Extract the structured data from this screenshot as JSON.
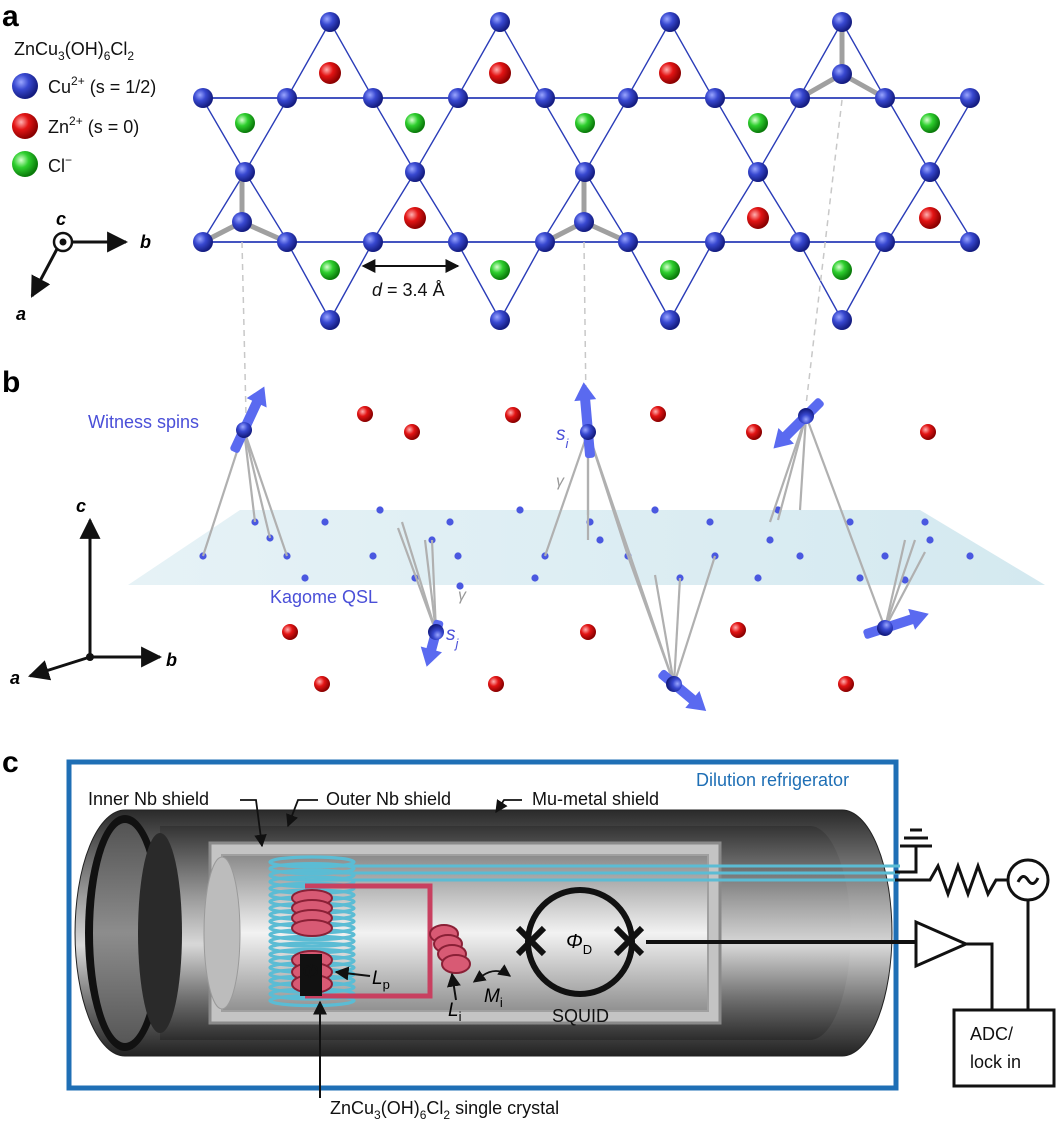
{
  "panels": {
    "a": "a",
    "b": "b",
    "c": "c"
  },
  "panel_a": {
    "formula": {
      "base": "ZnCu",
      "sub1": "3",
      "mid": "(OH)",
      "sub2": "6",
      "end": "Cl",
      "sub3": "2"
    },
    "legend": [
      {
        "ion": "Cu",
        "charge": "2+",
        "spin": "(s = 1/2)",
        "color": "#3848c8"
      },
      {
        "ion": "Zn",
        "charge": "2+",
        "spin": "(s = 0)",
        "color": "#e01818"
      },
      {
        "ion": "Cl",
        "charge": "−",
        "spin": "",
        "color": "#30c030"
      }
    ],
    "axes": {
      "c": "c",
      "b": "b",
      "a": "a"
    },
    "distance": {
      "symbol": "d",
      "value": "= 3.4 Å"
    }
  },
  "panel_b": {
    "witness_label": "Witness spins",
    "kagome_label": "Kagome QSL",
    "si": {
      "s": "s",
      "sub": "i"
    },
    "sj": {
      "s": "s",
      "sub": "j"
    },
    "gamma1": "γ",
    "gamma2": "γ",
    "axes": {
      "c": "c",
      "b": "b",
      "a": "a"
    }
  },
  "panel_c": {
    "fridge_label": "Dilution refrigerator",
    "inner_shield": "Inner Nb shield",
    "outer_shield": "Outer Nb shield",
    "mu_shield": "Mu-metal shield",
    "phi": "Φ",
    "lp": {
      "L": "L",
      "sub": "p"
    },
    "li": {
      "L": "L",
      "sub": "i"
    },
    "mi": {
      "M": "M",
      "sub": "i"
    },
    "phid": {
      "phi": "Φ",
      "sub": "D"
    },
    "squid": "SQUID",
    "adc_line1": "ADC/",
    "adc_line2": "lock in",
    "crystal": {
      "base": "ZnCu",
      "sub1": "3",
      "mid": "(OH)",
      "sub2": "6",
      "end": "Cl",
      "sub3": "2",
      "tail": " single crystal"
    }
  }
}
